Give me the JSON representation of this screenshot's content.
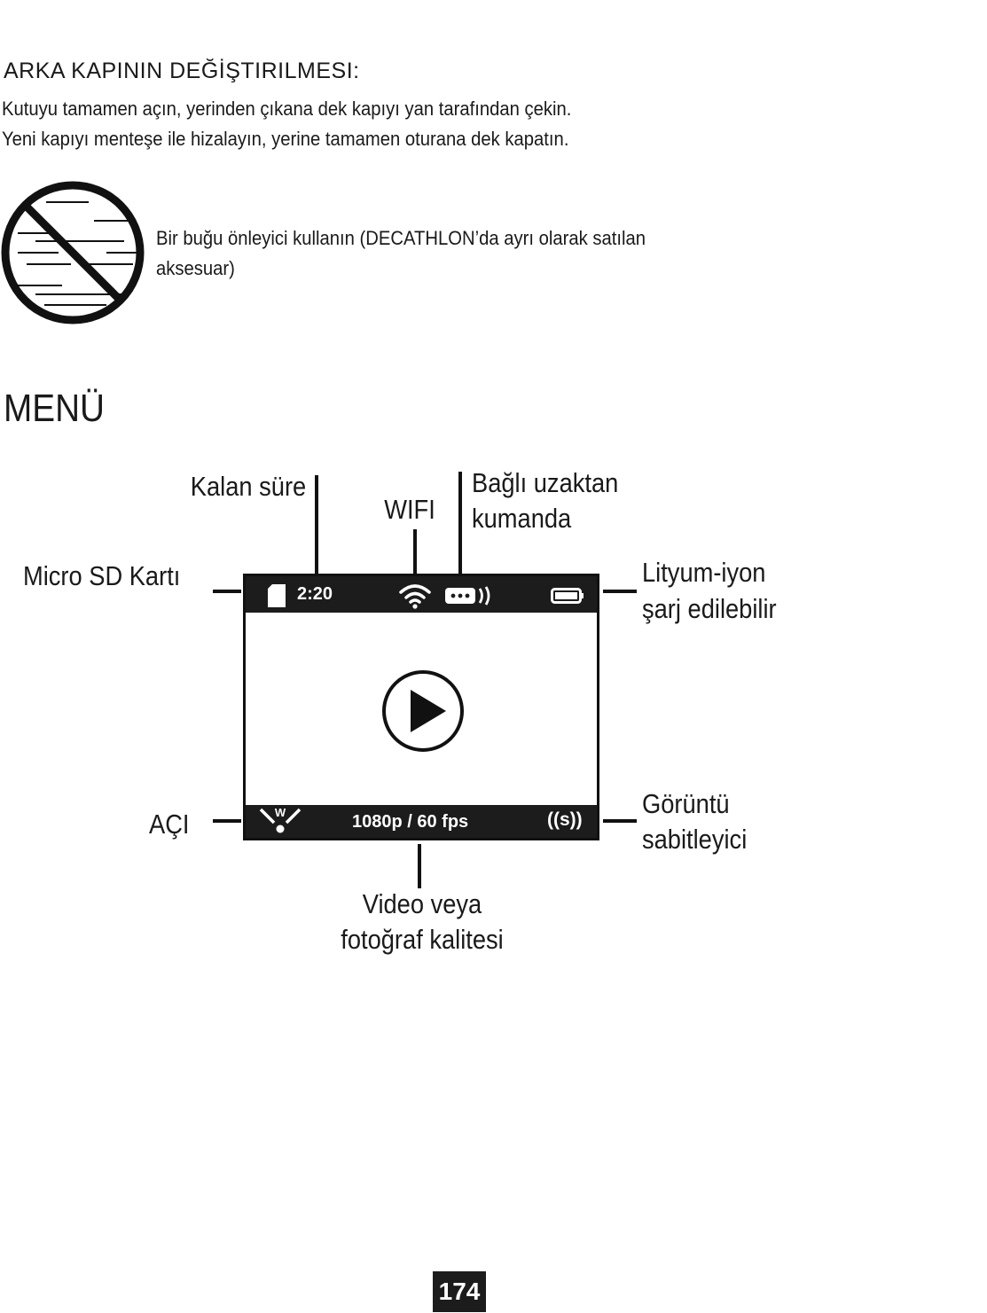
{
  "section": {
    "heading": "ARKA KAPININ DEĞİŞTIRILMESI:",
    "lines": [
      "Kutuyu tamamen açın, yerinden çıkana dek kapıyı yan tarafından çekin.",
      "Yeni kapıyı menteşe ile hizalayın, yerine tamamen oturana dek kapatın."
    ]
  },
  "antifog": {
    "icon": "no-fog-icon",
    "line1": "Bir buğu önleyici kullanın (DECATHLON’da ayrı olarak satılan",
    "line2": "aksesuar)"
  },
  "menu": {
    "title": "MENÜ",
    "labels": {
      "remaining_time": "Kalan süre",
      "wifi": "WIFI",
      "remote_1": "Bağlı uzaktan",
      "remote_2": "kumanda",
      "micro_sd": "Micro SD Kartı",
      "battery_1": "Lityum-iyon",
      "battery_2": "şarj edilebilir",
      "angle": "AÇI",
      "stabilizer_1": "Görüntü",
      "stabilizer_2": "sabitleyici",
      "quality_1": "Video veya",
      "quality_2": "fotoğraf kalitesi"
    },
    "screen": {
      "time": "2:20",
      "quality": "1080p / 60 fps",
      "angle_letter": "W",
      "stabilizer_text": "((s))",
      "icons": [
        "sd-card-icon",
        "wifi-icon",
        "remote-icon",
        "battery-icon",
        "angle-icon",
        "play-icon",
        "stabilizer-icon"
      ]
    }
  },
  "page_number": "174"
}
